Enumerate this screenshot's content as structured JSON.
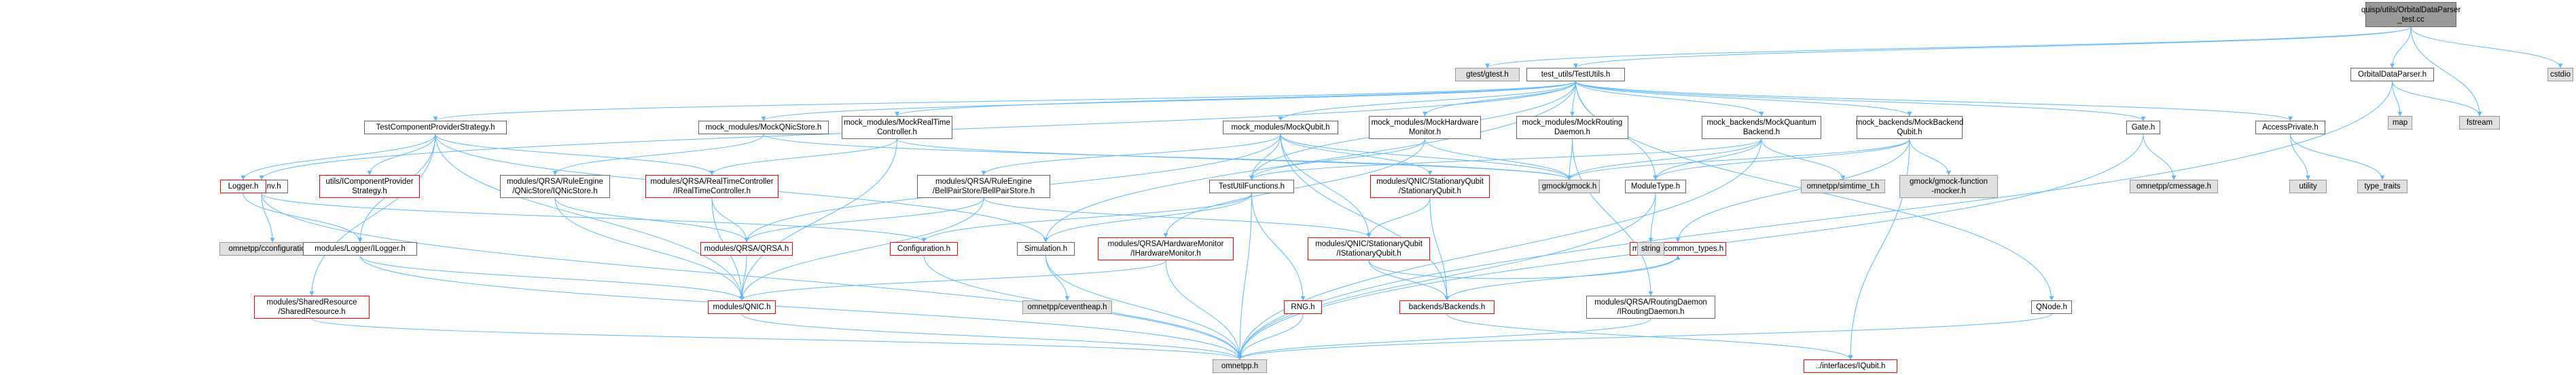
{
  "edge_color": "#63b8ff",
  "root_label": "quisp/utils/OrbitalDataParser\n_test.cc",
  "nodes": {
    "gtest": "gtest/gtest.h",
    "testutils": "test_utils/TestUtils.h",
    "cstdio": "cstdio",
    "odp": "OrbitalDataParser.h",
    "map": "map",
    "fstream": "fstream",
    "staticenv": "StaticEnv.h",
    "tcps": "TestComponentProviderStrategy.h",
    "mockqnicstore": "mock_modules/MockQNicStore.h",
    "mockrtc": "mock_modules/MockRealTime\nController.h",
    "mockqubit": "mock_modules/MockQubit.h",
    "mockhwmon": "mock_modules/MockHardware\nMonitor.h",
    "mockrouting": "mock_modules/MockRouting\nDaemon.h",
    "mockqbackend": "mock_backends/MockQuantum\nBackend.h",
    "mockbqubit": "mock_backends/MockBackend\nQubit.h",
    "gateh": "Gate.h",
    "accessprivate": "AccessPrivate.h",
    "cconfig": "omnetpp/cconfiguration.h",
    "loggerh": "Logger.h",
    "icps": "utils/IComponentProvider\nStrategy.h",
    "ruleengine": "modules/QRSA/RuleEngine\n/QNicStore/IQNicStore.h",
    "irtc": "modules/QRSA/RealTimeController\n/IRealTimeController.h",
    "bellpair": "modules/QRSA/RuleEngine\n/BellPairStore/BellPairStore.h",
    "testutilfns": "TestUtilFunctions.h",
    "sqstat": "modules/QNIC/StationaryQubit\n/StationaryQubit.h",
    "gmock": "gmock/gmock.h",
    "moduletype": "ModuleType.h",
    "simtime": "omnetpp/simtime_t.h",
    "gmockfn": "gmock/gmock-function\n-mocker.h",
    "cmessage": "omnetpp/cmessage.h",
    "utility": "utility",
    "typetraits": "type_traits",
    "ilogger": "modules/Logger/ILogger.h",
    "qrsa": "modules/QRSA/QRSA.h",
    "configuration": "Configuration.h",
    "simulation": "Simulation.h",
    "ihwmon": "modules/QRSA/HardwareMonitor\n/IHardwareMonitor.h",
    "isqubit": "modules/QNIC/StationaryQubit\n/IStationaryQubit.h",
    "commontypes": "modules/common_types.h",
    "stringh": "string",
    "sharedres": "modules/SharedResource\n/SharedResource.h",
    "qnich": "modules/QNIC.h",
    "ceventheap": "omnetpp/ceventheap.h",
    "rng": "RNG.h",
    "backends": "backends/Backends.h",
    "iroutingd": "modules/QRSA/RoutingDaemon\n/IRoutingDaemon.h",
    "qnode": "QNode.h",
    "omnetpp": "omnetpp.h",
    "iqubit": "../interfaces/IQubit.h"
  }
}
